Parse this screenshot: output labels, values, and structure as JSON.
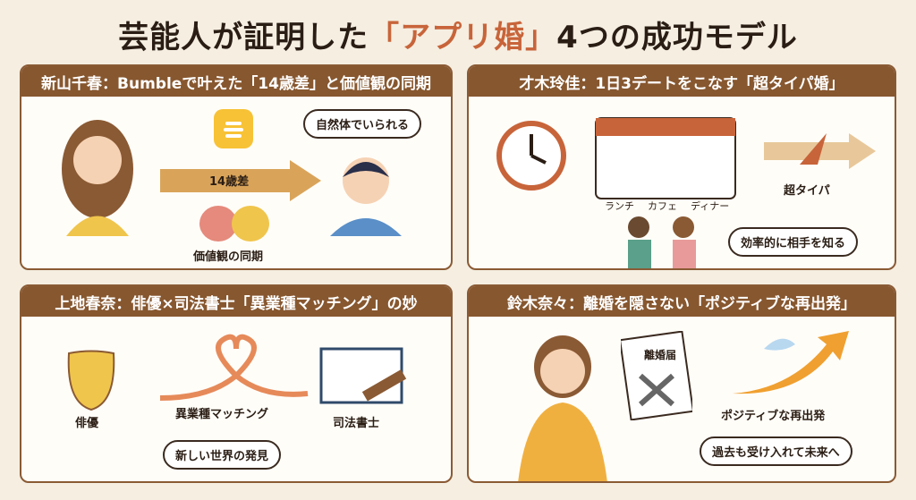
{
  "title": {
    "pre": "芸能人が証明した",
    "accent": "「アプリ婚」",
    "post": "4つの成功モデル"
  },
  "panels": [
    {
      "heading": "新山千春：Bumbleで叶えた「14歳差」と価値観の同期",
      "arrow_label": "14歳差",
      "bubble": "自然体でいられる",
      "caption": "価値観の同期"
    },
    {
      "heading": "才木玲佳：1日3デートをこなす「超タイパ婚」",
      "calendar": [
        "ランチ",
        "カフェ",
        "ディナー"
      ],
      "arrow_label": "超タイパ",
      "bubble": "効率的に相手を知る"
    },
    {
      "heading": "上地春奈：俳優×司法書士「異業種マッチング」の妙",
      "left_label": "俳優",
      "middle_label": "異業種マッチング",
      "right_label": "司法書士",
      "bubble": "新しい世界の発見"
    },
    {
      "heading": "鈴木奈々：離婚を隠さない「ポジティブな再出発」",
      "document_label": "離婚届",
      "arrow_label": "ポジティブな再出発",
      "bubble": "過去も受け入れて未来へ"
    }
  ],
  "colors": {
    "accent": "#c8643a",
    "header": "#87572f",
    "background": "#f5eee1"
  }
}
